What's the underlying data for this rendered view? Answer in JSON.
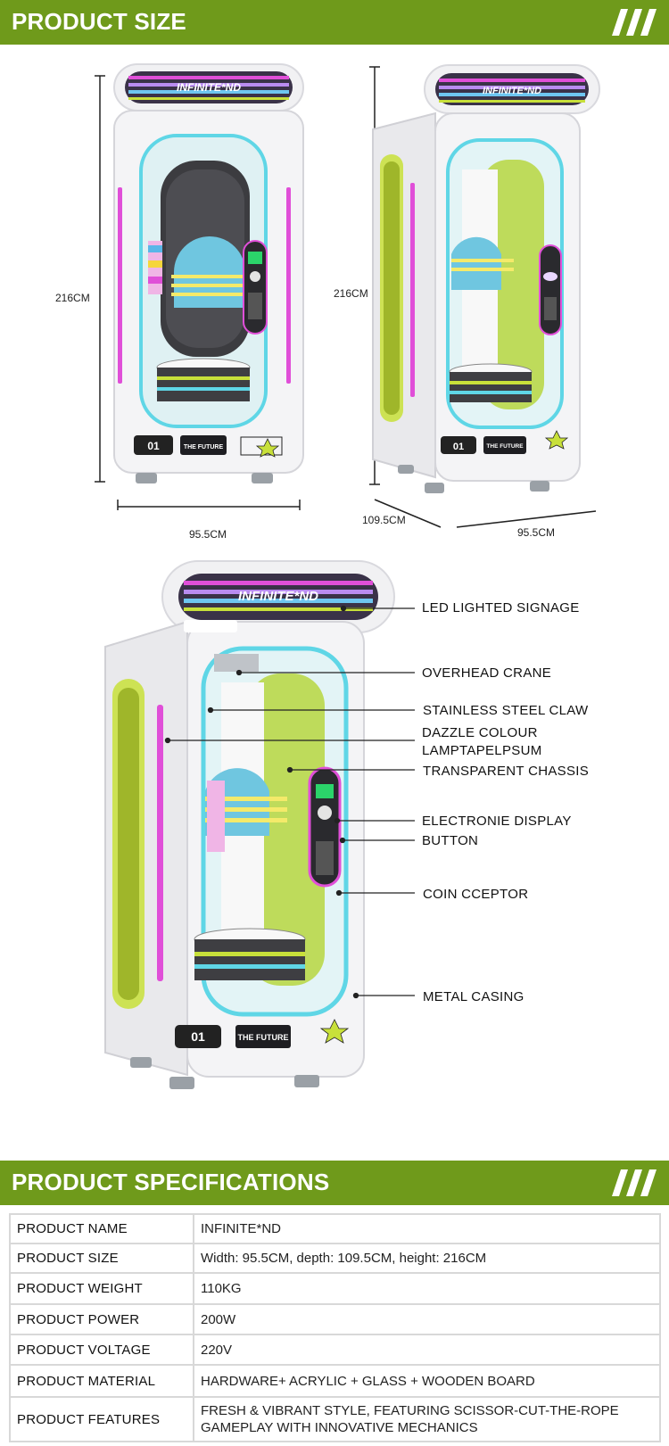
{
  "size_section": {
    "title": "PRODUCT SIZE",
    "front_height": "216CM",
    "front_width": "95.5CM",
    "side_height": "216CM",
    "side_depth": "109.5CM",
    "side_width": "95.5CM"
  },
  "machine_text": {
    "brand": "INFINITE*ND",
    "tag": "THE FUTURE",
    "number": "01"
  },
  "callouts": [
    "LED LIGHTED SIGNAGE",
    "OVERHEAD CRANE",
    "STAINLESS STEEL CLAW",
    "DAZZLE COLOUR",
    "LAMPTAPELPSUM",
    "TRANSPARENT CHASSIS",
    "ELECTRONIE DISPLAY",
    "BUTTON",
    "COIN CCEPTOR",
    "METAL CASING"
  ],
  "specs_section": {
    "title": "PRODUCT SPECIFICATIONS",
    "rows": [
      {
        "label": "PRODUCT NAME",
        "value": "INFINITE*ND"
      },
      {
        "label": "PRODUCT SIZE",
        "value": "Width: 95.5CM, depth: 109.5CM, height: 216CM"
      },
      {
        "label": "PRODUCT WEIGHT",
        "value": "110KG"
      },
      {
        "label": "PRODUCT POWER",
        "value": "200W"
      },
      {
        "label": "PRODUCT VOLTAGE",
        "value": "220V"
      },
      {
        "label": "PRODUCT MATERIAL",
        "value": "HARDWARE+ ACRYLIC + GLASS + WOODEN BOARD"
      },
      {
        "label": "PRODUCT FEATURES",
        "value": "FRESH & VIBRANT STYLE, FEATURING SCISSOR-CUT-THE-ROPE GAMEPLAY WITH INNOVATIVE MECHANICS"
      }
    ]
  },
  "colors": {
    "banner": "#6f9a1b",
    "accent_pink": "#e04fd8",
    "accent_lime": "#c8e03a",
    "accent_cyan": "#5fd6e6"
  }
}
